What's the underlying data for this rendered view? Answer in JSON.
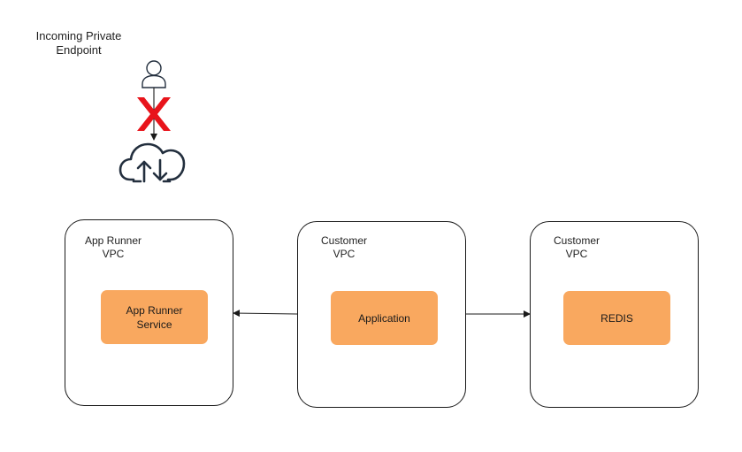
{
  "endpoint": {
    "label_line1": "Incoming Private",
    "label_line2": "Endpoint",
    "icons": [
      "user-icon",
      "blocked-x-icon",
      "cloud-transfer-icon"
    ],
    "x_color": "#e8141b"
  },
  "vpcs": {
    "app_runner": {
      "label_line1": "App Runner",
      "label_line2": "VPC",
      "service_line1": "App Runner",
      "service_line2": "Service"
    },
    "customer_app": {
      "label_line1": "Customer",
      "label_line2": "VPC",
      "service_line1": "Application"
    },
    "customer_redis": {
      "label_line1": "Customer",
      "label_line2": "VPC",
      "service_line1": "REDIS"
    }
  },
  "colors": {
    "service_fill": "#f9a85f",
    "outline": "#1a1a1a",
    "icon_stroke": "#232f3e"
  }
}
